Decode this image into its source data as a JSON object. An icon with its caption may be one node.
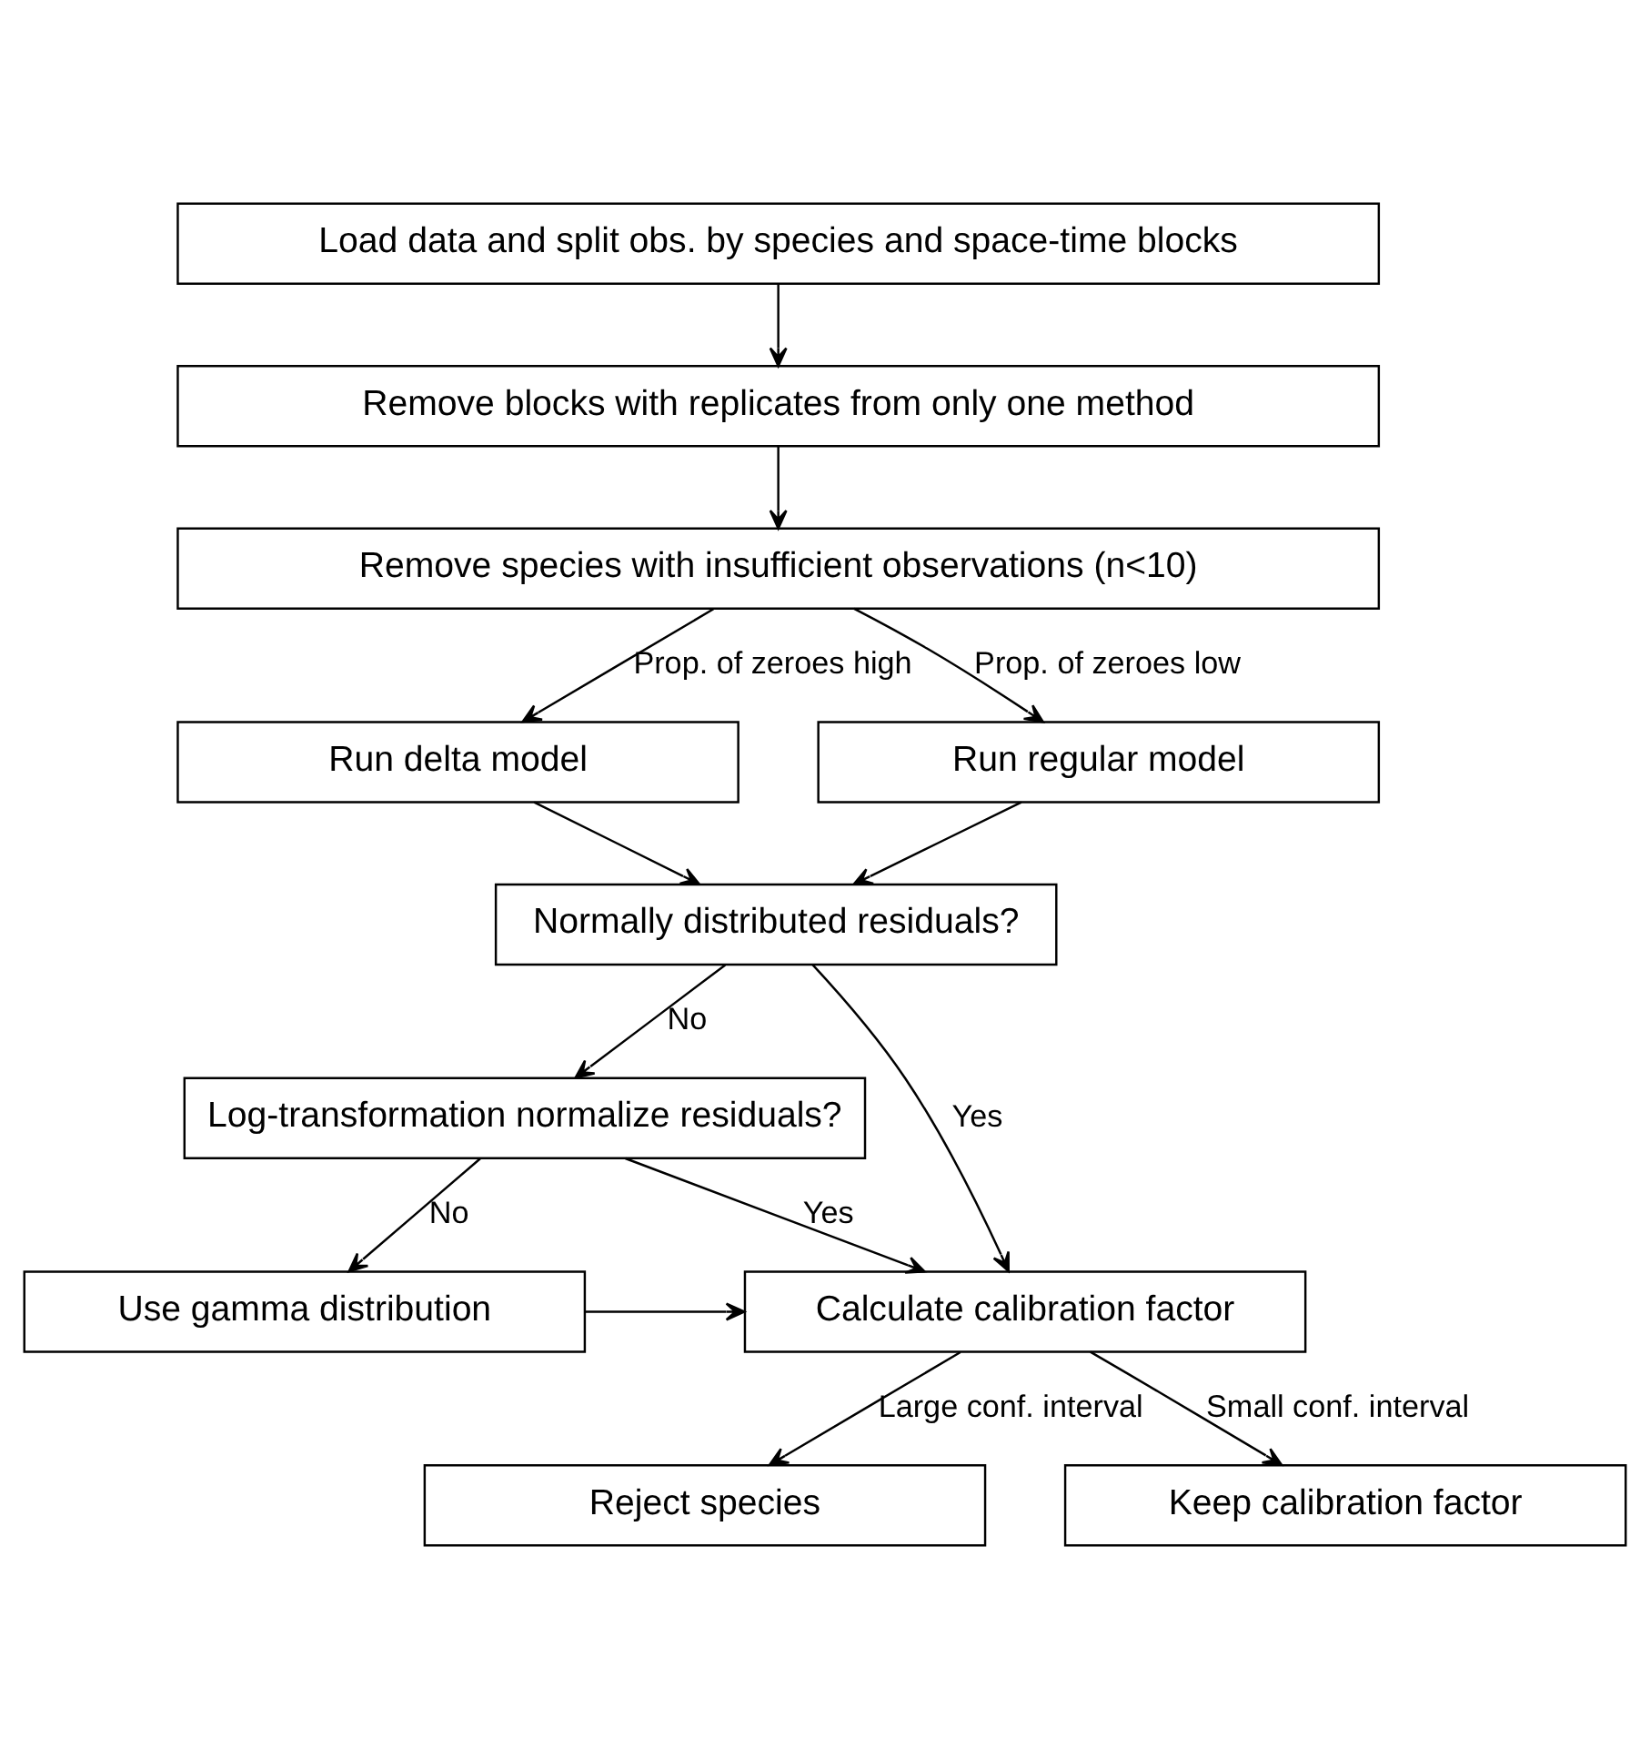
{
  "diagram": {
    "nodes": [
      {
        "text": [
          "Load data and split obs. by species and space-time blocks"
        ]
      },
      {
        "text": [
          "Remove blocks with replicates from only one method"
        ]
      },
      {
        "text": [
          "Remove species with insufficient observations (n<10)"
        ]
      },
      {
        "text": [
          "Run delta model"
        ]
      },
      {
        "text": [
          "Run regular model"
        ]
      },
      {
        "text": [
          "Normally distributed residuals?"
        ]
      },
      {
        "text": [
          "Log-transformation normalize residuals?"
        ]
      },
      {
        "text": [
          "Use gamma distribution"
        ]
      },
      {
        "text": [
          "Calculate calibration factor"
        ]
      },
      {
        "text": [
          "Reject species"
        ]
      },
      {
        "text": [
          "Keep calibration factor"
        ]
      }
    ],
    "edges": [
      {
        "from": 0,
        "to": 1,
        "arrow": "to"
      },
      {
        "from": 1,
        "to": 2,
        "arrow": "to"
      },
      {
        "from": 2,
        "to": 3,
        "arrow": "to",
        "label": "Prop. of zeroes high"
      },
      {
        "from": 2,
        "to": 4,
        "arrow": "to",
        "label": "Prop. of zeroes low"
      },
      {
        "from": 3,
        "to": 5,
        "arrow": "to"
      },
      {
        "from": 4,
        "to": 5,
        "arrow": "to"
      },
      {
        "from": 5,
        "to": 6,
        "arrow": "to",
        "label": "No"
      },
      {
        "from": 5,
        "to": 8,
        "arrow": "to",
        "label": "Yes"
      },
      {
        "from": 6,
        "to": 8,
        "arrow": "to",
        "label": "Yes"
      },
      {
        "from": 6,
        "to": 7,
        "arrow": "to",
        "label": "No"
      },
      {
        "from": 7,
        "to": 8,
        "arrow": "to"
      },
      {
        "from": 8,
        "to": 9,
        "arrow": "to",
        "label": "Large conf. interval"
      },
      {
        "from": 8,
        "to": 10,
        "arrow": "to",
        "label": "Small conf. interval"
      }
    ]
  }
}
